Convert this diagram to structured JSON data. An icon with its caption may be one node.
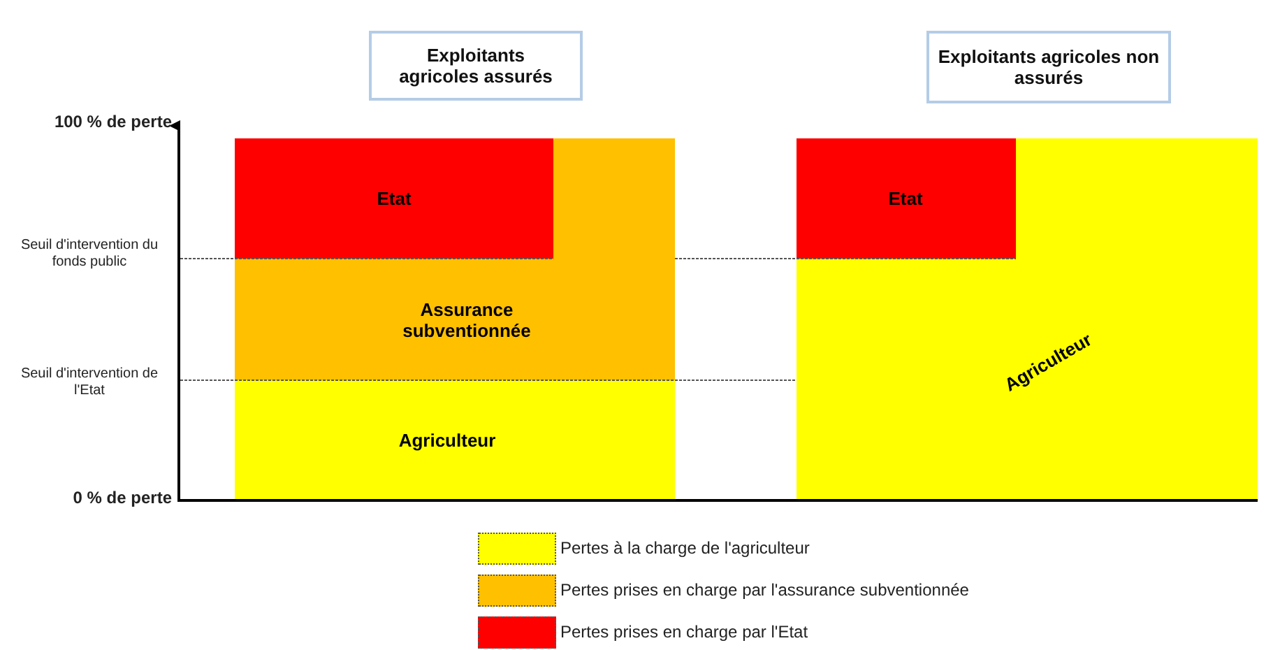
{
  "diagram": {
    "nodes": [
      {
        "text": [
          "Exploitants agricoles assurés"
        ]
      },
      {
        "text": [
          "Exploitants agricoles non assurés"
        ]
      },
      {
        "text": [
          "Etat"
        ]
      },
      {
        "text": [
          "Assurance subventionnée"
        ]
      },
      {
        "text": [
          "Agriculteur"
        ]
      },
      {
        "text": [
          "Etat"
        ]
      },
      {
        "text": [
          "Agriculteur"
        ]
      }
    ],
    "edges": [],
    "labels": [
      "100 % de perte",
      "Seuil d'intervention du fonds public",
      "Seuil d'intervention de l'Etat",
      "0 % de perte"
    ],
    "legend": [
      {
        "text": "Pertes à la charge de l'agriculteur",
        "color": "#ffff00"
      },
      {
        "text": "Pertes prises en charge par l'assurance subventionnée",
        "color": "#ffc000"
      },
      {
        "text": "Pertes prises en charge par l'Etat",
        "color": "#ff0000"
      }
    ]
  }
}
